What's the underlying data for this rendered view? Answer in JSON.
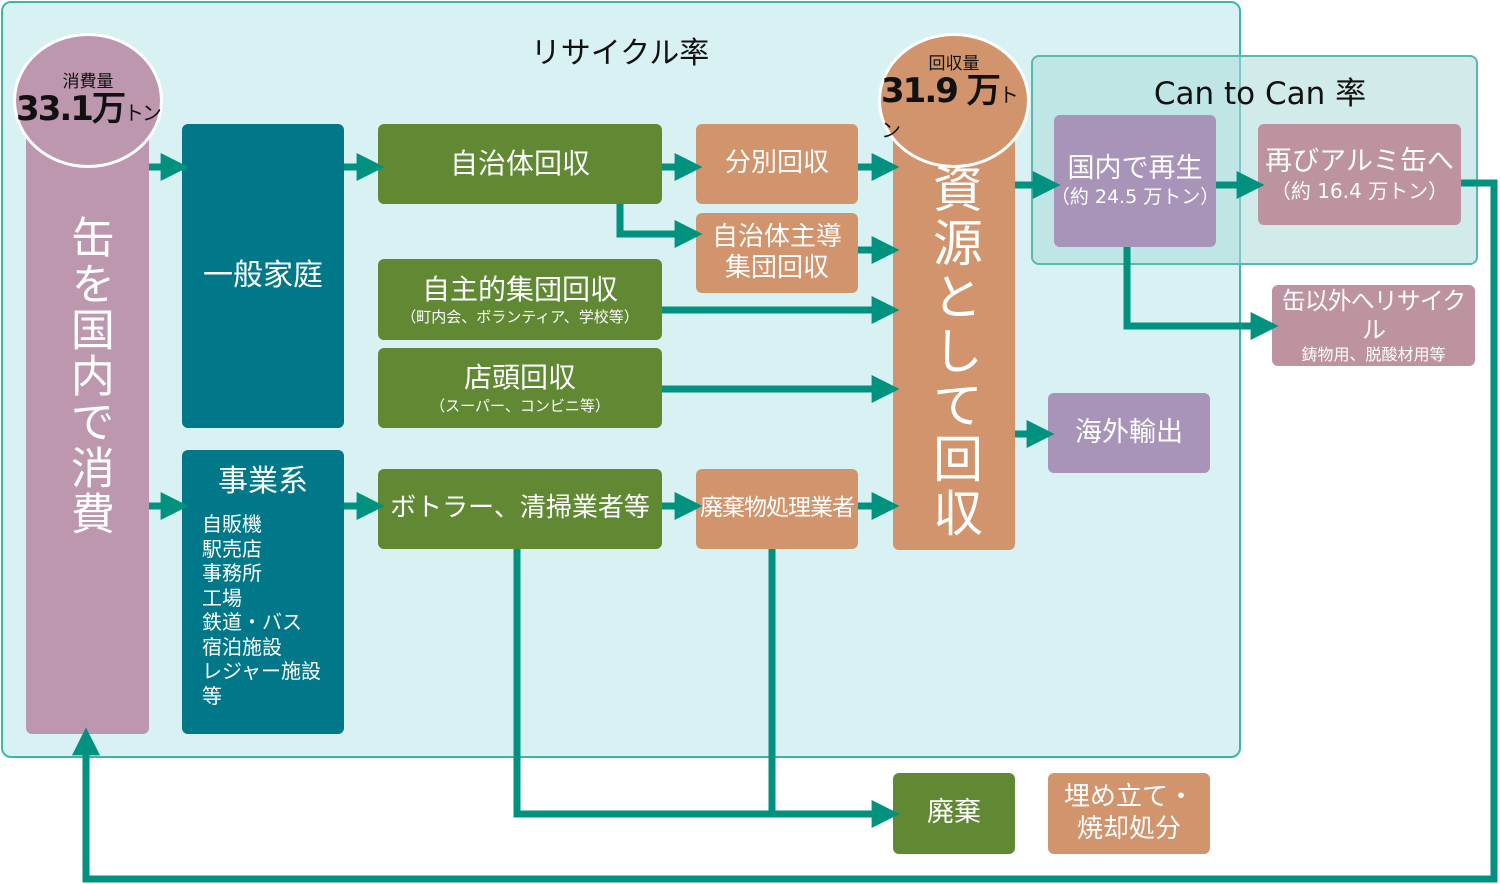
{
  "regions": {
    "recycle_rate": "リサイクル率",
    "can_to_can_rate": "Can to Can 率"
  },
  "consumption": {
    "label": "消費量",
    "value": "33.1",
    "unit_big": "万",
    "unit_small": "トン",
    "column_text": "缶を国内で消費"
  },
  "collection": {
    "label": "回収量",
    "value": "31.9 ",
    "unit_big": "万",
    "unit_small": "トン",
    "column_text": "資源として回収"
  },
  "sources": {
    "household": "一般家庭",
    "business": {
      "title": "事業系",
      "items": [
        "自販機",
        "駅売店",
        "事務所",
        "工場",
        "鉄道・バス",
        "宿泊施設",
        "レジャー施設",
        "等"
      ]
    }
  },
  "channels": {
    "municipal": "自治体回収",
    "voluntary_group": {
      "title": "自主的集団回収",
      "note": "（町内会、ボランティア、学校等）"
    },
    "storefront": {
      "title": "店頭回収",
      "note": "（スーパー、コンビニ等）"
    },
    "bottlers": "ボトラー、清掃業者等"
  },
  "intermediate": {
    "separate": "分別回収",
    "municipal_group_line1": "自治体主導",
    "municipal_group_line2": "集団回収",
    "waste_processor": "廃棄物処理業者"
  },
  "outcomes": {
    "domestic_recycle": {
      "title": "国内で再生",
      "amount": "（約 24.5 万トン）"
    },
    "back_to_can": {
      "title": "再びアルミ缶へ",
      "amount": "（約 16.4 万トン）"
    },
    "other_recycle": {
      "title": "缶以外へリサイクル",
      "note": "鋳物用、脱酸材用等"
    },
    "export": "海外輸出",
    "disposal": "廃棄",
    "landfill_line1": "埋め立て・",
    "landfill_line2": "焼却処分"
  },
  "colors": {
    "arrow": "#00917f",
    "green": "#618833",
    "teal": "#00788a",
    "orange": "#d1946d",
    "pink": "#bc97ad",
    "purple": "#a894b8",
    "mauve": "#bc939f",
    "region_bg": "#d8f1f3"
  }
}
